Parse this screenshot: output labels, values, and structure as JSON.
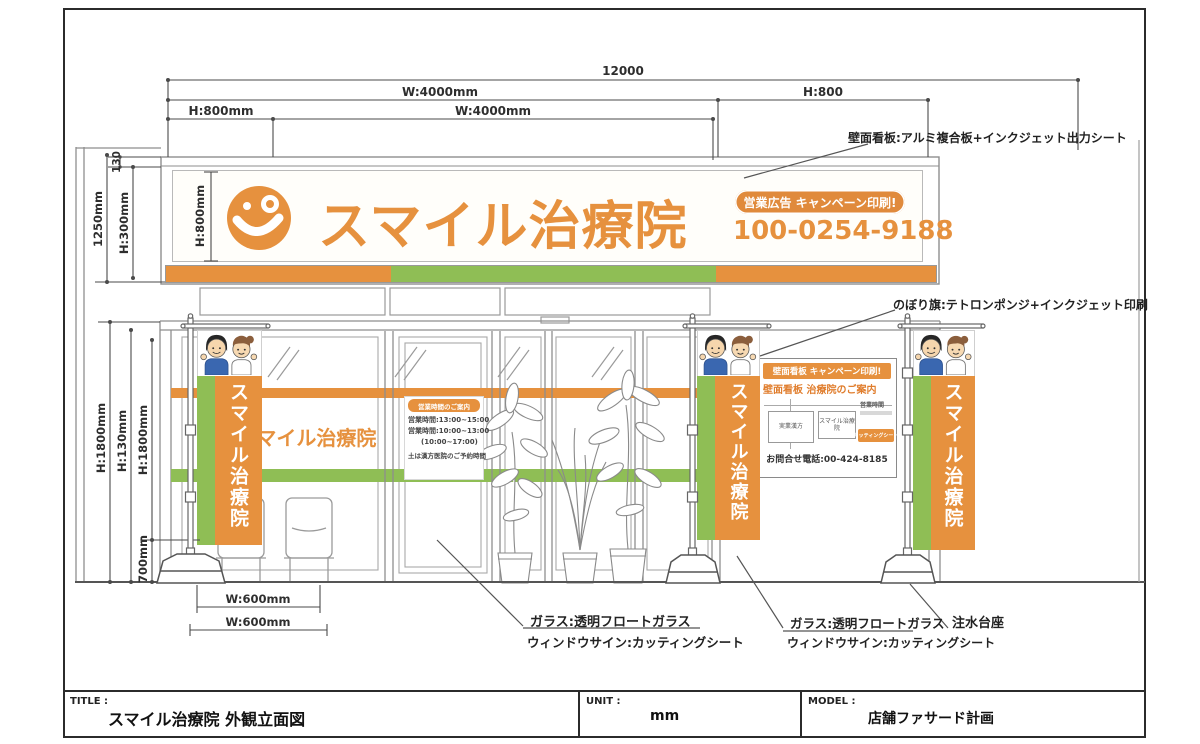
{
  "sheet": {
    "title_label": "TITLE :",
    "title": "スマイル治療院 外観立面図",
    "unit_label": "UNIT :",
    "unit_value": "mm",
    "model_label": "MODEL :",
    "model_value": "店舗ファサード計画"
  },
  "dims": {
    "total": "12000",
    "w4000_a": "W:4000mm",
    "w4000_b": "W:4000mm",
    "h800_left": "H:800mm",
    "h800_right": "H:800",
    "cornice": "130",
    "fascia": "1250mm",
    "strip": "H:300mm",
    "board": "H:800mm",
    "flag1": "H:1800mm",
    "gap": "H:130mm",
    "flag2": "H:1800mm",
    "base_h": "700mm",
    "base_w1": "W:600mm",
    "base_w2": "W:600mm"
  },
  "notes": {
    "wall_sign": "壁面看板:アルミ複合板+インクジェット出力シート",
    "flag": "のぼり旗:テトロンポンジ+インクジェット印刷",
    "glass1_line1": "ガラス:透明フロートガラス",
    "glass1_line2": "ウィンドウサイン:カッティングシート",
    "glass2_line1": "ガラス:透明フロートガラス",
    "glass2_line2": "ウィンドウサイン:カッティングシート",
    "base": "注水台座"
  },
  "sign": {
    "name": "スマイル治療院",
    "badge": "営業広告 キャンペーン印刷!",
    "phone": "100-0254-9188"
  },
  "window": {
    "name": "スマイル治療院",
    "hours_badge": "営業時間のご案内",
    "hours1": "営業時間:13:00~15:00",
    "hours2": "営業時間:10:00~13:00",
    "hours3": "(10:00~17:00)",
    "hours4": "土は漢方医院のご予約時間"
  },
  "flag_text": "スマイル治療院",
  "board": {
    "header": "壁面看板 キャンペーン印刷!",
    "heading": "壁面看板 治療院のご案内",
    "box1": "実業漢方",
    "box2": "スマイル治療院",
    "label1": "営業時間",
    "chip": "カッティングシート",
    "phone": "お問合せ電話:00-424-8185"
  },
  "colors": {
    "orange": "#E6913E",
    "green": "#8FBE55"
  }
}
